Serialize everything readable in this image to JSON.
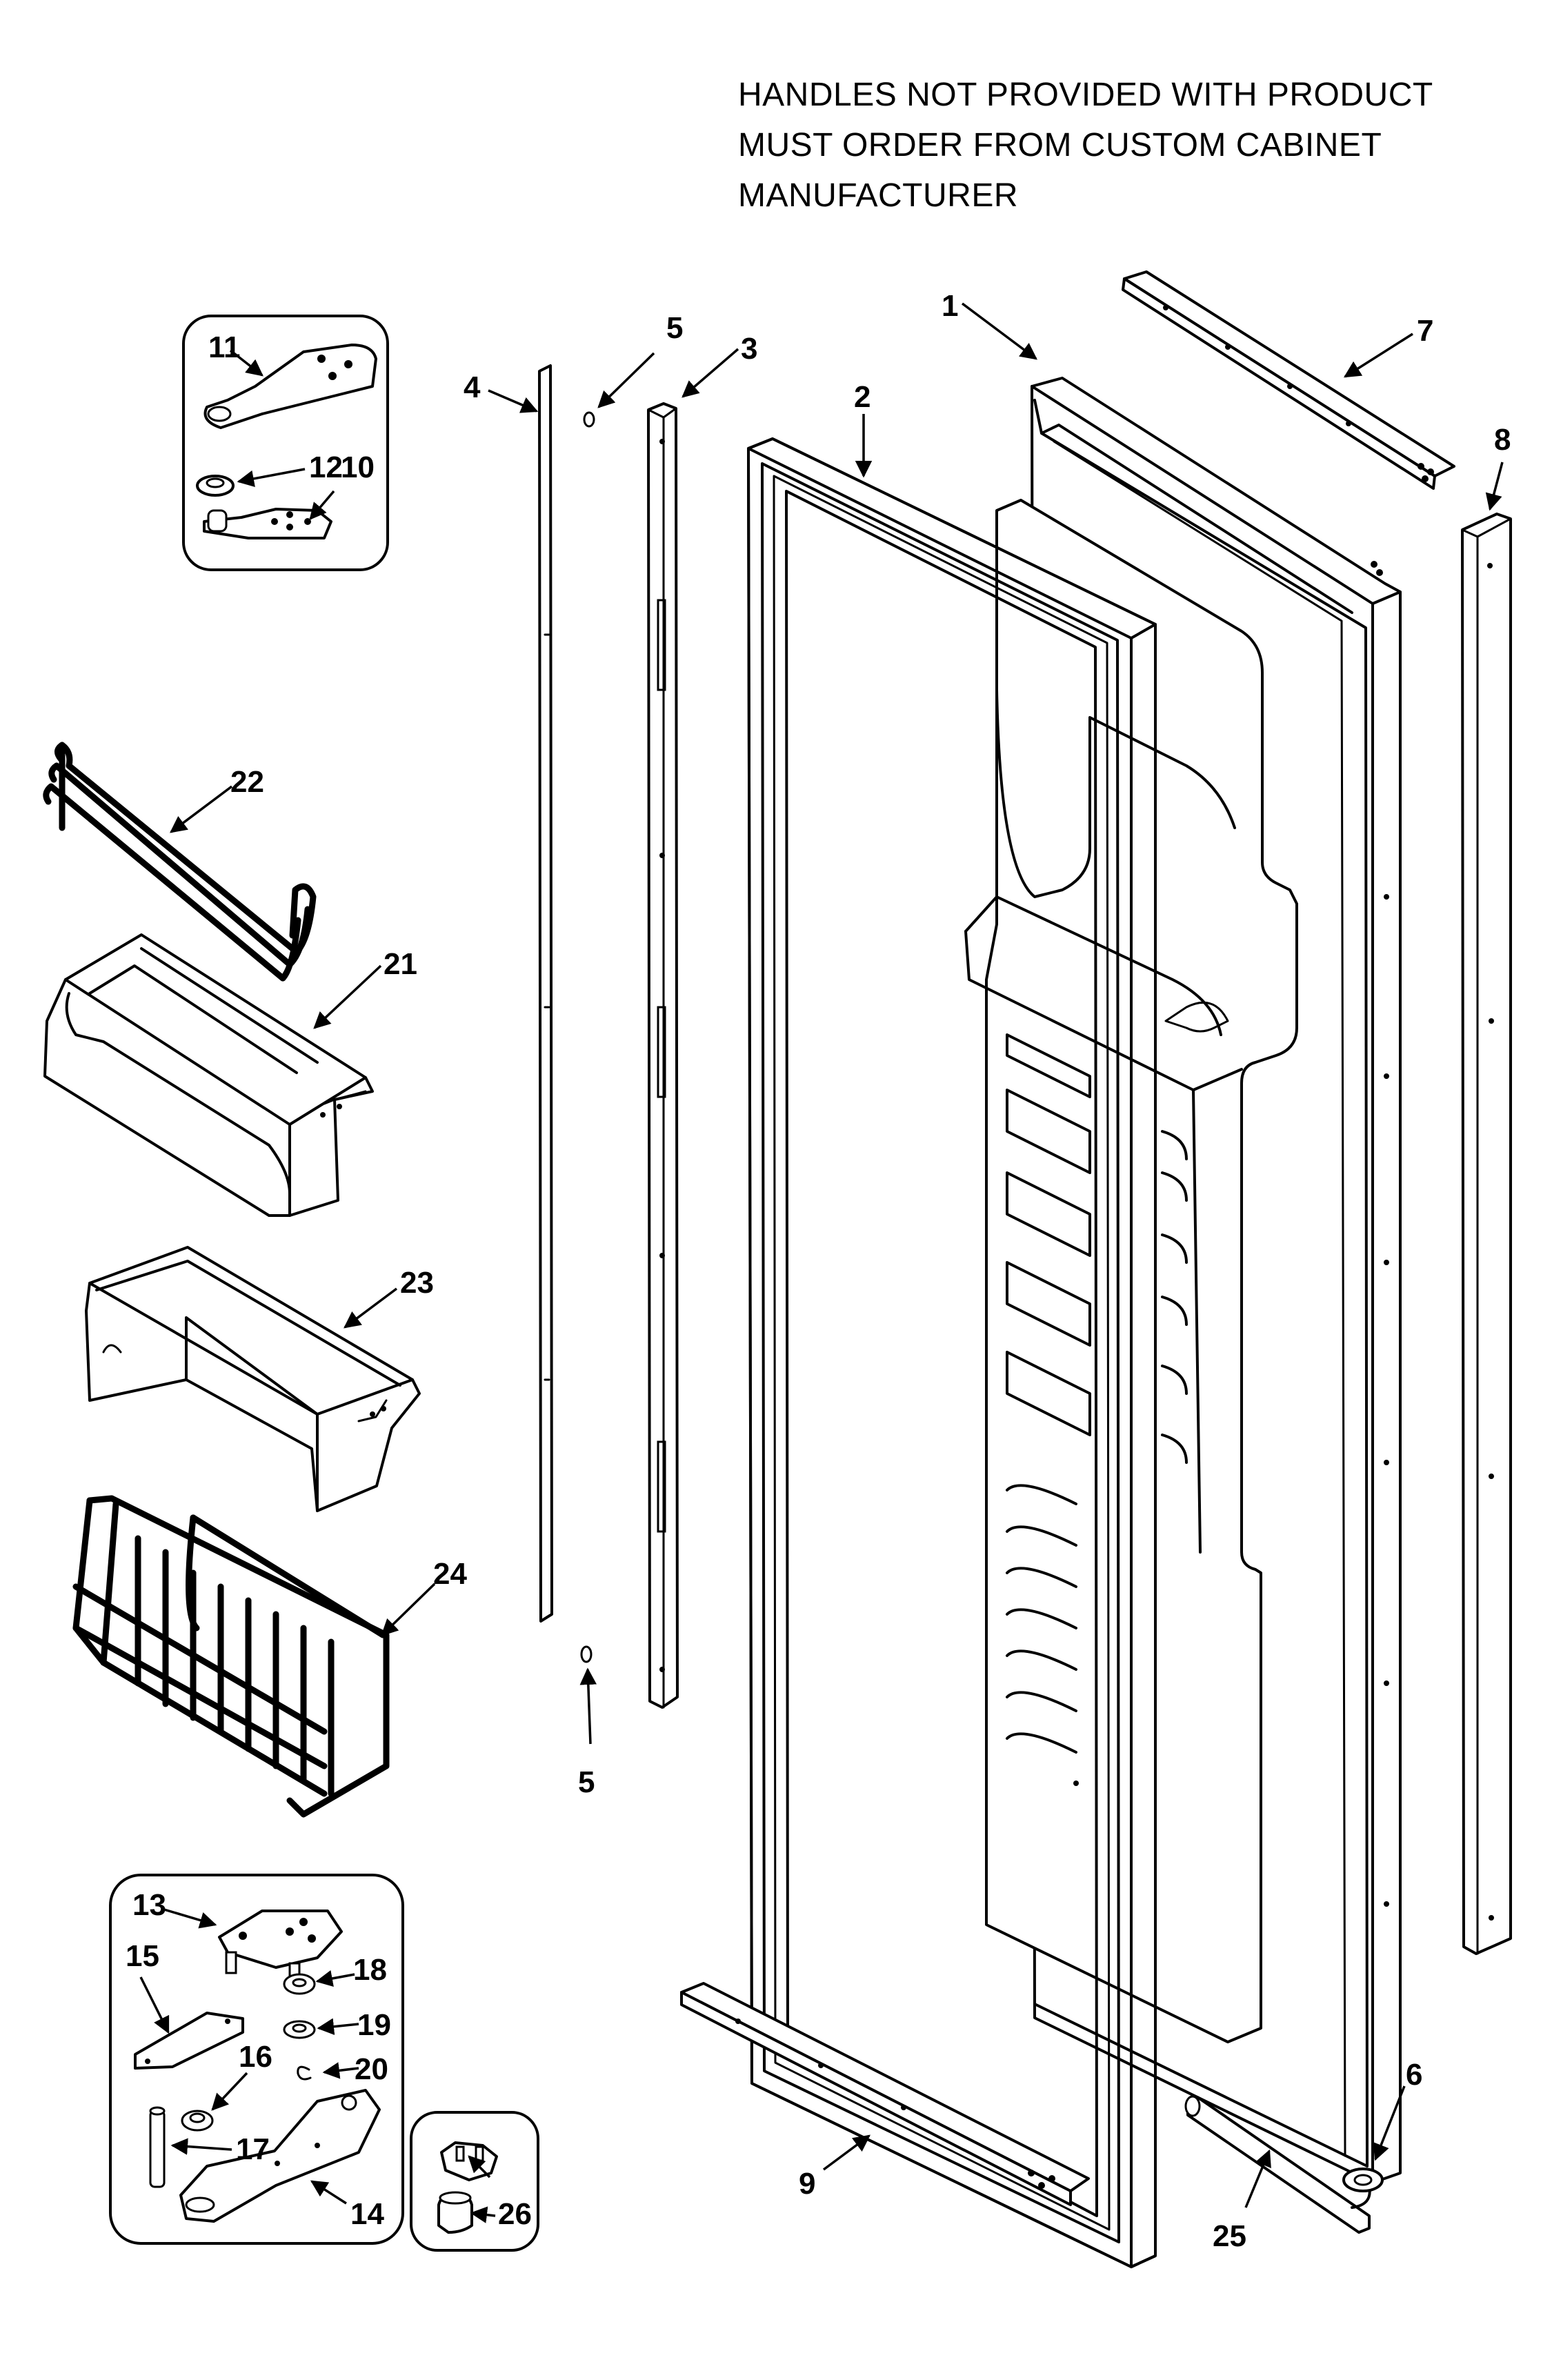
{
  "note": {
    "lines": [
      "HANDLES NOT PROVIDED WITH PRODUCT",
      "MUST ORDER FROM CUSTOM CABINET",
      "MANUFACTURER"
    ]
  },
  "callouts": {
    "p1": "1",
    "p2": "2",
    "p3": "3",
    "p4": "4",
    "p5_top": "5",
    "p5_bottom": "5",
    "p6": "6",
    "p7": "7",
    "p8": "8",
    "p9": "9",
    "p10": "10",
    "p11": "11",
    "p12": "12",
    "p13": "13",
    "p14": "14",
    "p15": "15",
    "p16": "16",
    "p17": "17",
    "p18": "18",
    "p19": "19",
    "p20": "20",
    "p21": "21",
    "p22": "22",
    "p23": "23",
    "p24": "24",
    "p25": "25",
    "p26": "26"
  }
}
